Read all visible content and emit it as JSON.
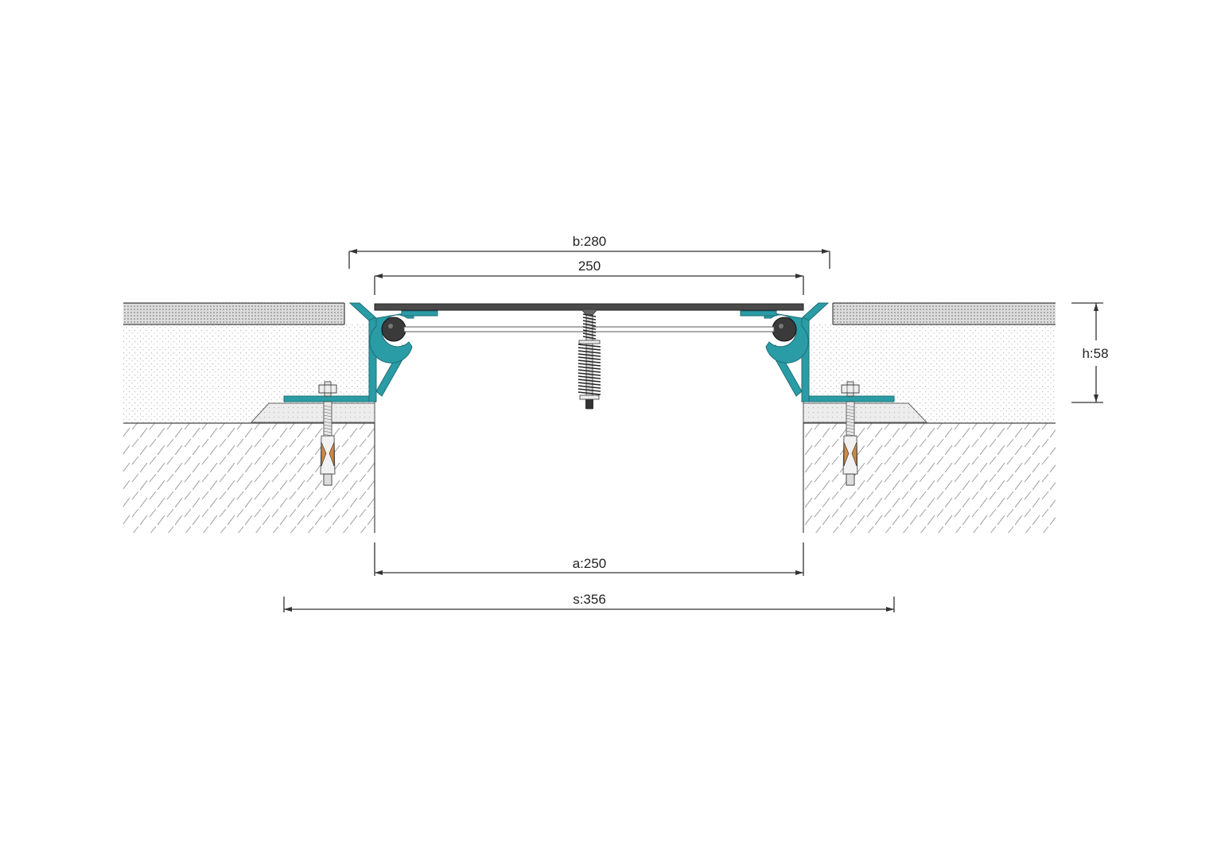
{
  "dimensions": {
    "b": "b:280",
    "cover": "250",
    "h": "h:58",
    "a": "a:250",
    "s": "s:356"
  },
  "colors": {
    "profile": "#2a9ca6",
    "cover_plate": "#4a4a4a",
    "gasket": "#3a3a3a",
    "line": "#333333",
    "concrete_hatch": "#9a9a9a",
    "screed_dots": "#b5b5b5",
    "tile_fill": "#d8d8d8"
  }
}
